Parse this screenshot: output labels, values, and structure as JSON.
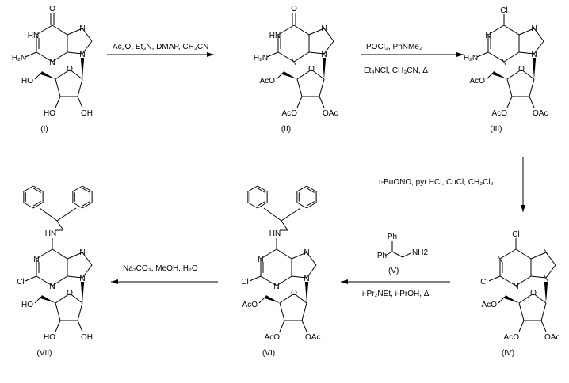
{
  "compounds": [
    {
      "id": "I",
      "label": "(I)",
      "c6": "oxo",
      "c2": "H2N",
      "o5": "HO",
      "o3": "HO",
      "o2": "OH"
    },
    {
      "id": "II",
      "label": "(II)",
      "c6": "oxo",
      "c2": "H2N",
      "o5": "AcO",
      "o3": "AcO",
      "o2": "OAc"
    },
    {
      "id": "III",
      "label": "(III)",
      "c6": "Cl",
      "c2": "H2N",
      "o5": "AcO",
      "o3": "AcO",
      "o2": "OAc"
    },
    {
      "id": "IV",
      "label": "(IV)",
      "c6": "Cl",
      "c2": "Cl",
      "o5": "AcO",
      "o3": "AcO",
      "o2": "OAc"
    },
    {
      "id": "VI",
      "label": "(VI)",
      "c6": "amine",
      "c2": "Cl",
      "o5": "AcO",
      "o3": "AcO",
      "o2": "OAc"
    },
    {
      "id": "VII",
      "label": "(VII)",
      "c6": "amine",
      "c2": "Cl",
      "o5": "HO",
      "o3": "HO",
      "o2": "OH"
    }
  ],
  "atoms": {
    "O": "O",
    "N": "N",
    "HN": "HN",
    "Cl": "Cl",
    "H": "H",
    "NH2": "NH",
    "sub2": "2",
    "Ph": "Ph"
  },
  "reagent_V": {
    "label": "(V)",
    "ph1": "Ph",
    "ph2": "Ph",
    "amine": "NH2"
  },
  "steps": [
    {
      "above": "Ac₂O, Et₃N, DMAP, CH₃CN",
      "below": ""
    },
    {
      "above": "POCl₃, PhNMe₂",
      "below": "Et₄NCl, CH₃CN, Δ"
    },
    {
      "above": "t-BuONO, pyr.HCl, CuCl, CH₂Cl₂",
      "below": ""
    },
    {
      "above": "",
      "below": "i-Pr₂NEt, i-PrOH, Δ"
    },
    {
      "above": "Na₂CO₃, MeOH, H₂O",
      "below": ""
    }
  ]
}
